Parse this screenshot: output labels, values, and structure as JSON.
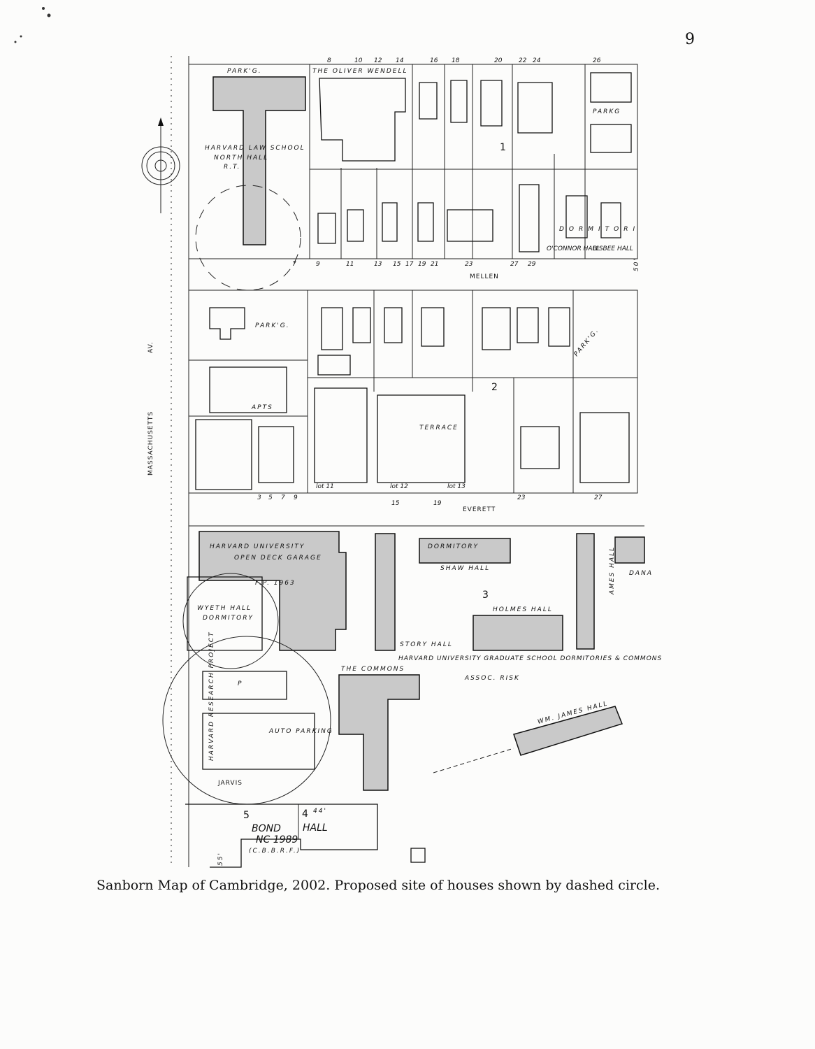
{
  "page_number": "9",
  "caption": "Sanborn Map of Cambridge, 2002. Proposed site of houses shown by dashed circle.",
  "map": {
    "streets": {
      "mellen": "MELLEN",
      "everett": "EVERETT",
      "jarvis": "JARVIS",
      "massachusetts": "MASSACHUSETTS",
      "av": "AV."
    },
    "block_numbers": [
      "1",
      "2",
      "3",
      "4",
      "5"
    ],
    "labels": {
      "parking_top": "PARK'G.",
      "oliver_wendell": "THE OLIVER WENDELL",
      "law_school": "HARVARD LAW SCHOOL",
      "north_hall": "NORTH HALL",
      "rt": "R.T.",
      "parking_right": "PARKG",
      "dormitory_row": "DORMITORI",
      "oconnor": "O'CONNOR HALL",
      "bisbee": "BISBEE HALL",
      "parking_mid": "PARK'G.",
      "parking_diag": "PARK'G.",
      "apts": "APTS",
      "terrace": "TERRACE",
      "lot11": "lot 11",
      "lot12": "lot 12",
      "lot13": "lot 13",
      "garage_1": "HARVARD UNIVERSITY",
      "garage_2": "OPEN DECK GARAGE",
      "garage_3": "F.P. 1963",
      "wyeth": "WYETH HALL",
      "wyeth_dorm": "DORMITORY",
      "dormitory": "DORMITORY",
      "shaw": "SHAW HALL",
      "holmes": "HOLMES HALL",
      "ames": "AMES HALL",
      "dana": "DANA",
      "story": "STORY HALL",
      "commons_title": "HARVARD UNIVERSITY GRADUATE SCHOOL DORMITORIES & COMMONS",
      "the_commons": "THE COMMONS",
      "assoc_risk": "ASSOC.   RISK",
      "research": "HARVARD RESEARCH PROJECT",
      "auto_parking": "AUTO PARKING",
      "james_hall": "WM. JAMES HALL",
      "bond_hall": "BOND",
      "hall": "HALL",
      "nc": "NC 1989",
      "cbbrf": "(C.B.B.R.F.)",
      "p": "P",
      "fft": "55'",
      "forty": "44'",
      "fifty": "50'"
    },
    "house_numbers_top": [
      "8",
      "10",
      "12",
      "14",
      "16",
      "18",
      "20",
      "22",
      "24",
      "26"
    ],
    "house_numbers_mellen": [
      "7",
      "9",
      "11",
      "13",
      "15",
      "17",
      "19",
      "21",
      "23",
      "27",
      "29"
    ],
    "house_numbers_everett": [
      "3",
      "5",
      "7",
      "9",
      "15",
      "19",
      "23",
      "27"
    ]
  }
}
